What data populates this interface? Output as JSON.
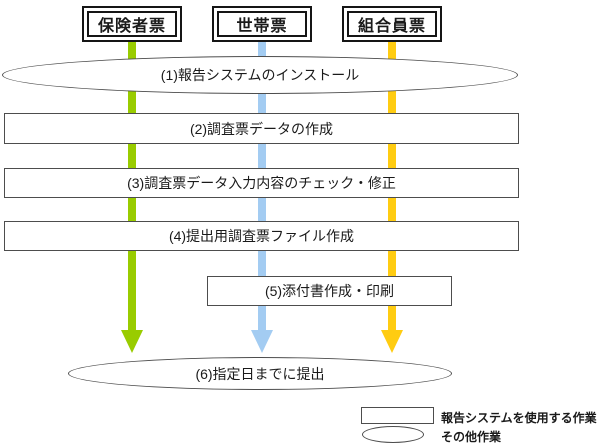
{
  "diagram": {
    "sources": [
      {
        "label": "保険者票",
        "color": "#99CC00"
      },
      {
        "label": "世帯票",
        "color": "#A3CCF2"
      },
      {
        "label": "組合員票",
        "color": "#FFCC11"
      }
    ],
    "steps": [
      {
        "id": 1,
        "shape": "ellipse",
        "label": "(1)報告システムのインストール"
      },
      {
        "id": 2,
        "shape": "rect",
        "label": "(2)調査票データの作成"
      },
      {
        "id": 3,
        "shape": "rect",
        "label": "(3)調査票データ入力内容のチェック・修正"
      },
      {
        "id": 4,
        "shape": "rect",
        "label": "(4)提出用調査票ファイル作成"
      },
      {
        "id": 5,
        "shape": "rect",
        "label": "(5)添付書作成・印刷"
      },
      {
        "id": 6,
        "shape": "ellipse",
        "label": "(6)指定日までに提出"
      }
    ],
    "legend": [
      {
        "shape": "rect",
        "label": "報告システムを使用する作業"
      },
      {
        "shape": "ellipse",
        "label": "その他作業"
      }
    ]
  }
}
